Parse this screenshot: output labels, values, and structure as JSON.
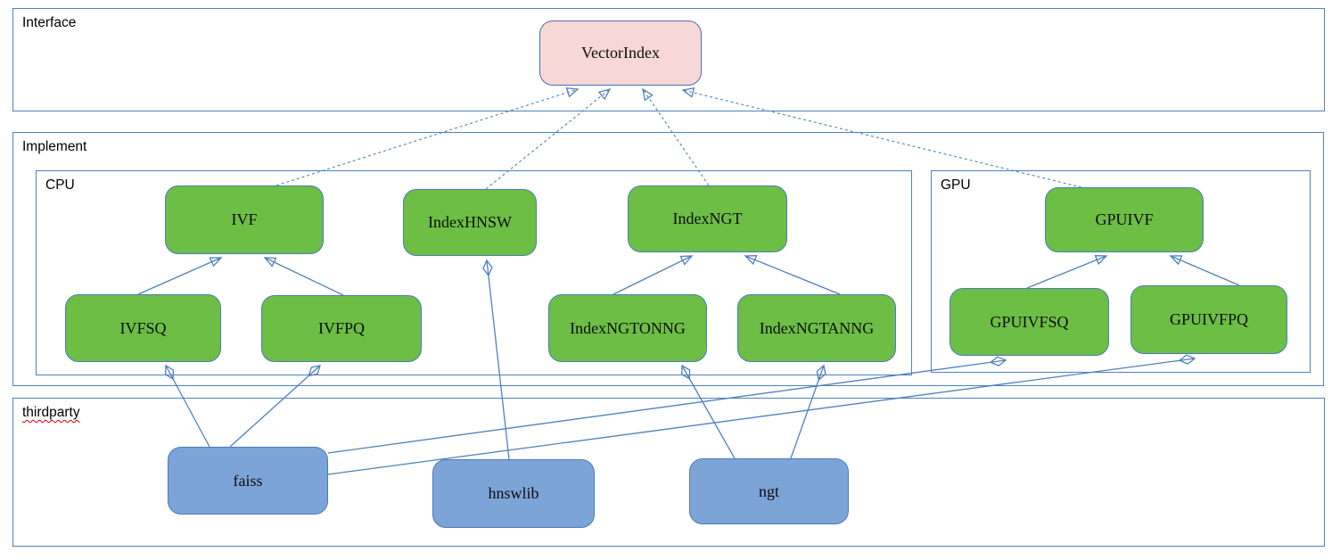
{
  "diagram": {
    "containers": {
      "interface": {
        "label": "Interface"
      },
      "implement": {
        "label": "Implement"
      },
      "cpu": {
        "label": "CPU"
      },
      "gpu": {
        "label": "GPU"
      },
      "thirdparty": {
        "label": "thirdparty"
      }
    },
    "nodes": {
      "vectorindex": {
        "label": "VectorIndex",
        "fill": "#f8d7d7"
      },
      "ivf": {
        "label": "IVF",
        "fill": "#6cbe45"
      },
      "indexhnsw": {
        "label": "IndexHNSW",
        "fill": "#6cbe45"
      },
      "indexngt": {
        "label": "IndexNGT",
        "fill": "#6cbe45"
      },
      "gpuivf": {
        "label": "GPUIVF",
        "fill": "#6cbe45"
      },
      "ivfsq": {
        "label": "IVFSQ",
        "fill": "#6cbe45"
      },
      "ivfpq": {
        "label": "IVFPQ",
        "fill": "#6cbe45"
      },
      "indexngtonng": {
        "label": "IndexNGTONNG",
        "fill": "#6cbe45"
      },
      "indexngtanng": {
        "label": "IndexNGTANNG",
        "fill": "#6cbe45"
      },
      "gpuivfsq": {
        "label": "GPUIVFSQ",
        "fill": "#6cbe45"
      },
      "gpuivfpq": {
        "label": "GPUIVFPQ",
        "fill": "#6cbe45"
      },
      "faiss": {
        "label": "faiss",
        "fill": "#7da4d7"
      },
      "hnswlib": {
        "label": "hnswlib",
        "fill": "#7da4d7"
      },
      "ngt": {
        "label": "ngt",
        "fill": "#7da4d7"
      }
    },
    "edges": [
      {
        "from": "IVF",
        "to": "VectorIndex",
        "type": "realization-dashed-hollow-arrow"
      },
      {
        "from": "IndexHNSW",
        "to": "VectorIndex",
        "type": "realization-dashed-hollow-arrow"
      },
      {
        "from": "IndexNGT",
        "to": "VectorIndex",
        "type": "realization-dashed-hollow-arrow"
      },
      {
        "from": "GPUIVF",
        "to": "VectorIndex",
        "type": "realization-dashed-hollow-arrow"
      },
      {
        "from": "IVFSQ",
        "to": "IVF",
        "type": "inheritance-hollow-arrow"
      },
      {
        "from": "IVFPQ",
        "to": "IVF",
        "type": "inheritance-hollow-arrow"
      },
      {
        "from": "IndexNGTONNG",
        "to": "IndexNGT",
        "type": "inheritance-hollow-arrow"
      },
      {
        "from": "IndexNGTANNG",
        "to": "IndexNGT",
        "type": "inheritance-hollow-arrow"
      },
      {
        "from": "GPUIVFSQ",
        "to": "GPUIVF",
        "type": "inheritance-hollow-arrow"
      },
      {
        "from": "GPUIVFPQ",
        "to": "GPUIVF",
        "type": "inheritance-hollow-arrow"
      },
      {
        "from": "faiss",
        "to": "IVFSQ",
        "type": "composition-filled-diamond"
      },
      {
        "from": "faiss",
        "to": "IVFPQ",
        "type": "composition-filled-diamond"
      },
      {
        "from": "faiss",
        "to": "GPUIVFSQ",
        "type": "composition-filled-diamond"
      },
      {
        "from": "faiss",
        "to": "GPUIVFPQ",
        "type": "composition-filled-diamond"
      },
      {
        "from": "hnswlib",
        "to": "IndexHNSW",
        "type": "composition-filled-diamond"
      },
      {
        "from": "ngt",
        "to": "IndexNGTONNG",
        "type": "composition-filled-diamond"
      },
      {
        "from": "ngt",
        "to": "IndexNGTANNG",
        "type": "composition-filled-diamond"
      }
    ],
    "colors": {
      "green_fill": "#6cbe45",
      "blue_fill": "#7da4d7",
      "pink_fill": "#f8d7d7",
      "edge_line": "#4f81bd",
      "node_border": "#4a7cba",
      "frame_border": "#4f81bd",
      "diamond_fill": "#3a66ad",
      "spellcheck_underline": "#cc0000"
    }
  }
}
